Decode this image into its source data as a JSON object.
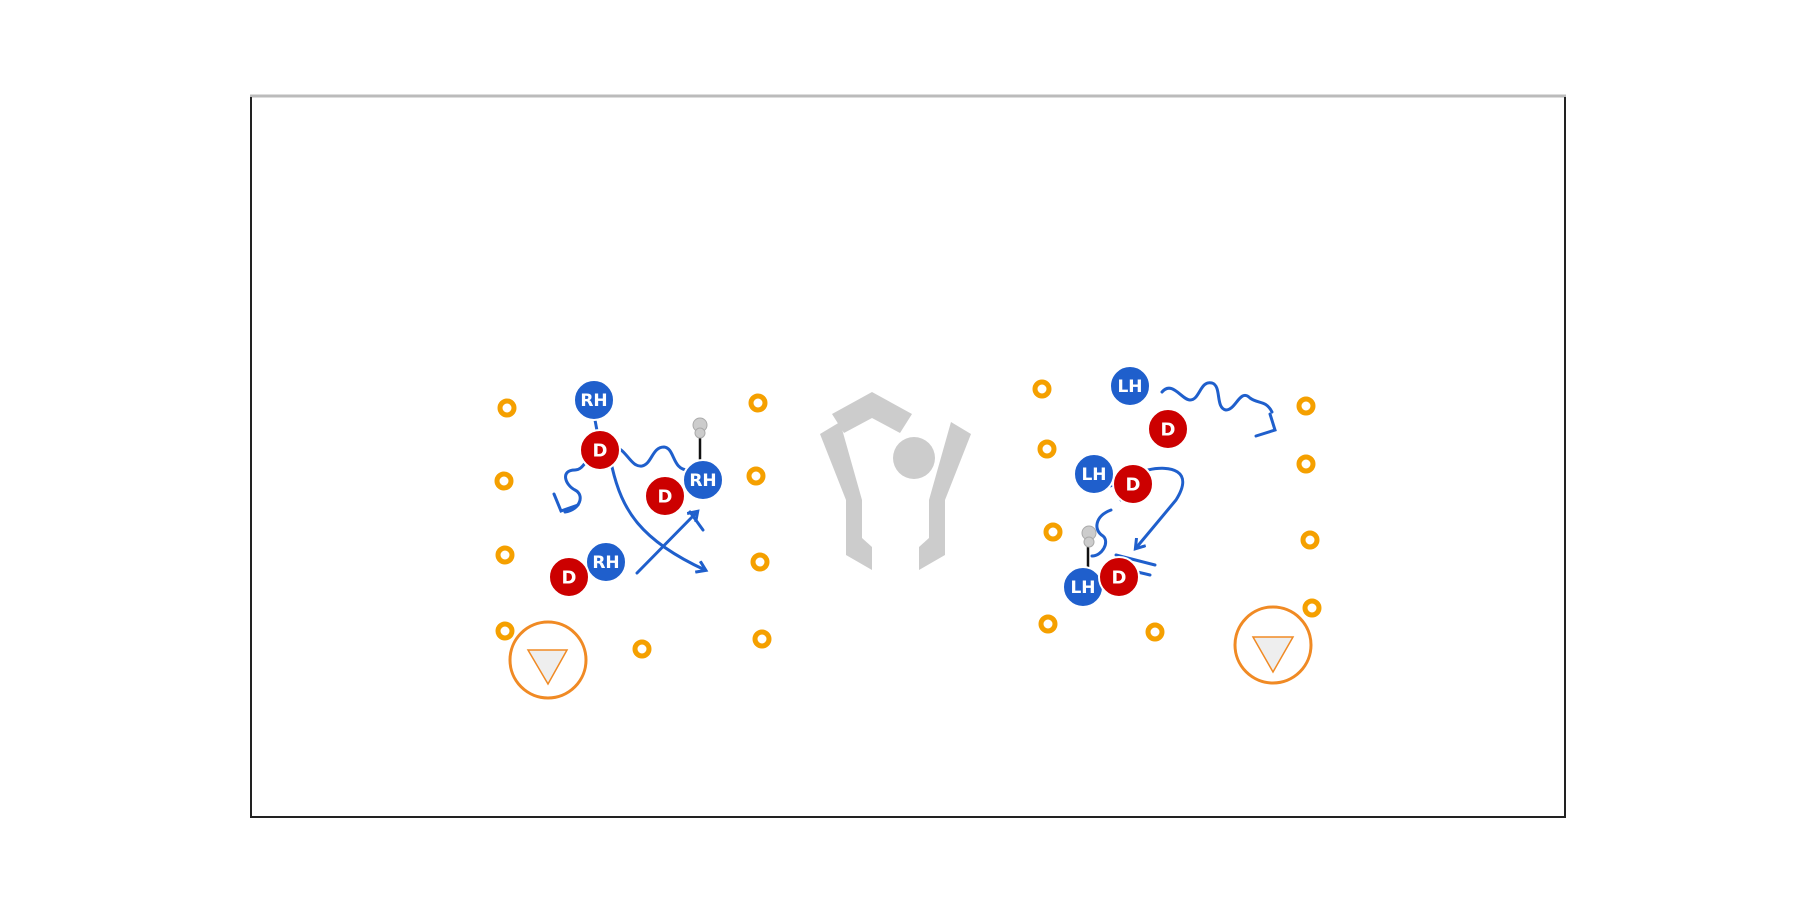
{
  "players": {
    "rh1": {
      "label": "RH",
      "team": "offense"
    },
    "rh2": {
      "label": "RH",
      "team": "offense"
    },
    "rh3": {
      "label": "RH",
      "team": "offense"
    },
    "d1": {
      "label": "D",
      "team": "defense"
    },
    "d2": {
      "label": "D",
      "team": "defense"
    },
    "d3": {
      "label": "D",
      "team": "defense"
    },
    "lh1": {
      "label": "LH",
      "team": "offense"
    },
    "lh2": {
      "label": "LH",
      "team": "offense"
    },
    "lh3": {
      "label": "LH",
      "team": "offense"
    },
    "d4": {
      "label": "D",
      "team": "defense"
    },
    "d5": {
      "label": "D",
      "team": "defense"
    },
    "d6": {
      "label": "D",
      "team": "defense"
    }
  },
  "icons": {
    "cone": "cone-icon",
    "goal": "goal-icon",
    "stick": "lacrosse-stick-icon",
    "logo": "center-logo-icon"
  },
  "colors": {
    "offense": "#1f5fcc",
    "defense": "#cc0000",
    "cone": "#f5a000",
    "goal": "#f08a24",
    "logo": "#cccccc",
    "field_border": "#222222"
  }
}
